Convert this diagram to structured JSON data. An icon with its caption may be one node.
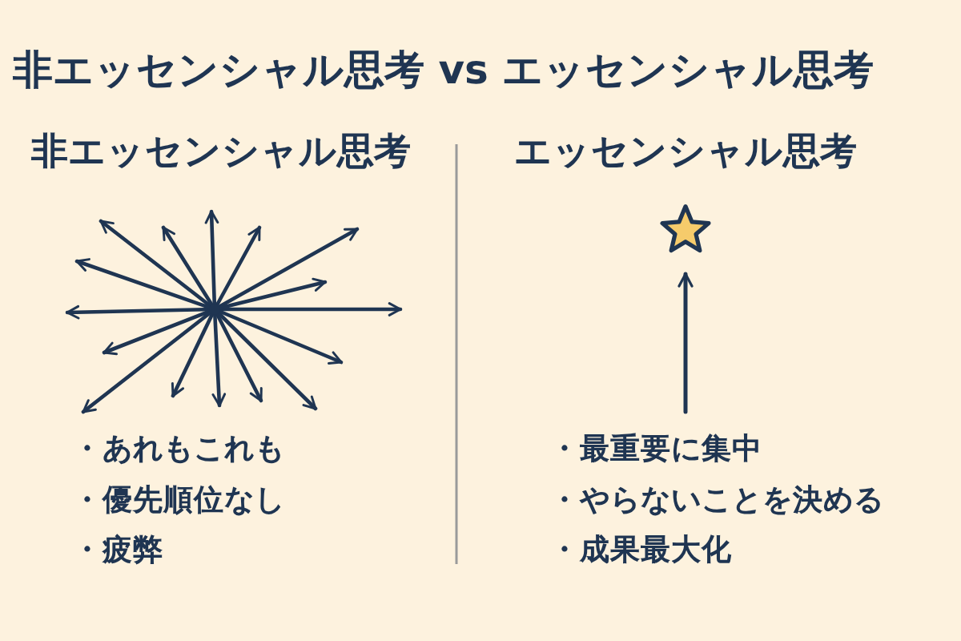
{
  "diagram": {
    "title": "非エッセンシャル思考 vs エッセンシャル思考",
    "labels": [
      "非エッセンシャル思考",
      "エッセンシャル思考",
      "・あれもこれも",
      "・優先順位なし",
      "・疲弊",
      "・最重要に集中",
      "・やらないことを決める",
      "・成果最大化"
    ]
  }
}
